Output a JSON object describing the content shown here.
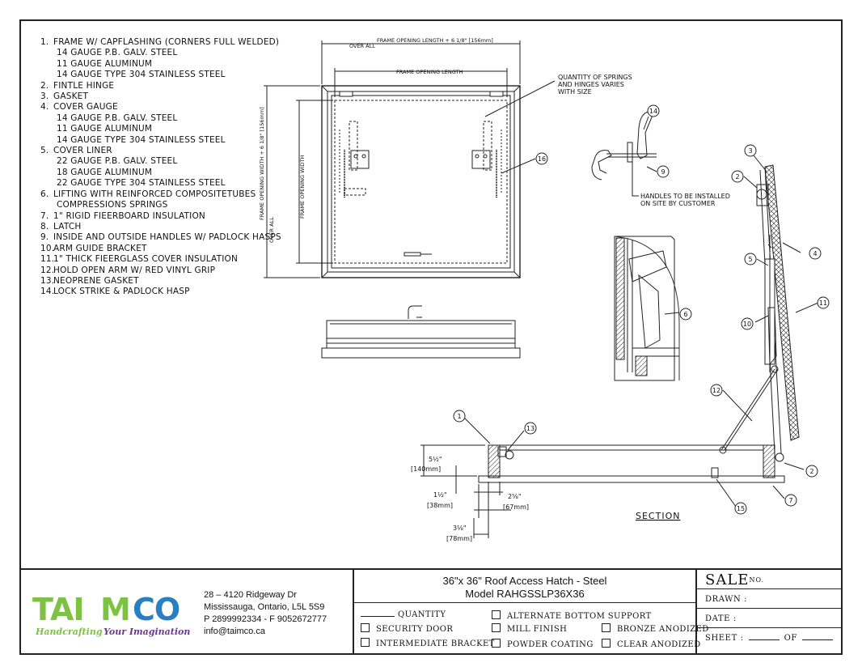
{
  "specs": {
    "items": [
      {
        "num": "1.",
        "label": "FRAME W/ CAPFLASHING (CORNERS FULL WELDED)",
        "subs": [
          "14 GAUGE P.B. GALV. STEEL",
          "11 GAUGE ALUMINUM",
          "14 GAUGE TYPE 304 STAINLESS STEEL"
        ]
      },
      {
        "num": "2.",
        "label": "FINTLE HINGE",
        "subs": []
      },
      {
        "num": "3.",
        "label": "GASKET",
        "subs": []
      },
      {
        "num": "4.",
        "label": "COVER GAUGE",
        "subs": [
          "14 GAUGE P.B. GALV. STEEL",
          "11 GAUGE ALUMINUM",
          "14 GAUGE TYPE 304 STAINLESS STEEL"
        ]
      },
      {
        "num": "5.",
        "label": "COVER LINER",
        "subs": [
          "22 GAUGE P.B. GALV. STEEL",
          "18 GAUGE ALUMINUM",
          "22 GAUGE TYPE 304 STAINLESS STEEL"
        ]
      },
      {
        "num": "6.",
        "label": "LIFTING WITH REINFORCED COMPOSITETUBES",
        "subs": [
          "COMPRESSIONS SPRINGS"
        ]
      },
      {
        "num": "7.",
        "label": "1\" RIGID FIEERBOARD INSULATION",
        "subs": []
      },
      {
        "num": "8.",
        "label": "LATCH",
        "subs": []
      },
      {
        "num": "9.",
        "label": "INSIDE AND OUTSIDE HANDLES W/ PADLOCK HASPS",
        "subs": []
      },
      {
        "num": "10.",
        "label": "ARM GUIDE BRACKET",
        "subs": []
      },
      {
        "num": "11.",
        "label": "1\" THICK FIEERGLASS COVER INSULATION",
        "subs": []
      },
      {
        "num": "12.",
        "label": "HOLD OPEN ARM W/ RED VINYL GRIP",
        "subs": []
      },
      {
        "num": "13.",
        "label": "NEOPRENE GASKET",
        "subs": []
      },
      {
        "num": "14.",
        "label": "LOCK STRIKE & PADLOCK HASP",
        "subs": []
      }
    ]
  },
  "plan": {
    "overall_top": "OVER ALL",
    "frame_length": "FRAME OPENING LENGTH + 6 1/8\" [156mm]",
    "opening_length": "FRAME OPENING LENGTH",
    "overall_side": "OVER ALL",
    "frame_width": "FRAME OPENING WIDTH + 6 1/8\" [156mm]",
    "opening_width": "FRAME OPENING WIDTH"
  },
  "notes": {
    "springs": [
      "QUANTITY OF SPRINGS",
      "AND HINGES VARIES",
      "WITH SIZE"
    ],
    "handles": [
      "HANDLES TO BE INSTALLED",
      "ON SITE BY CUSTOMER"
    ]
  },
  "callouts": [
    "1",
    "2",
    "3",
    "4",
    "5",
    "6",
    "7",
    "9",
    "10",
    "11",
    "12",
    "13",
    "14",
    "15",
    "16"
  ],
  "dimensions": {
    "d1": "5½\"",
    "d1mm": "[140mm]",
    "d2": "1½\"",
    "d2mm": "[38mm]",
    "d3": "2⅝\"",
    "d3mm": "[67mm]",
    "d4": "3⅛\"",
    "d4mm": "[78mm]"
  },
  "section_label": "SECTION",
  "company": {
    "logo_text": "TAIMCO",
    "tagline": "Handcrafting Your Imagination",
    "address1": "28 – 4120 Ridgeway Dr",
    "address2": "Mississauga, Ontario, L5L 5S9",
    "phone": "P 2899992334 - F 9052672777",
    "email": "info@taimco.ca",
    "colors": {
      "green": "#7dc242",
      "blue": "#2a7fc1",
      "purple": "#6b3a8f"
    }
  },
  "title": {
    "line1": "36\"x 36\" Roof Access Hatch - Steel",
    "line2": "Model RAHGSSLP36X36"
  },
  "options": {
    "quantity": "QUANTITY",
    "security": "SECURITY DOOR",
    "intermediate": "INTERMEDIATE BRACKET",
    "alternate": "ALTERNATE BOTTOM SUPPORT",
    "mill": "MILL FINISH",
    "powder": "POWDER COATING",
    "bronze": "BRONZE ANODIZED",
    "clear": "CLEAR ANODIZED"
  },
  "sheet_info": {
    "sale": "SALE",
    "sale_no": "NO.",
    "drawn": "DRAWN :",
    "date": "DATE :",
    "sheet": "SHEET :",
    "of": "OF"
  }
}
